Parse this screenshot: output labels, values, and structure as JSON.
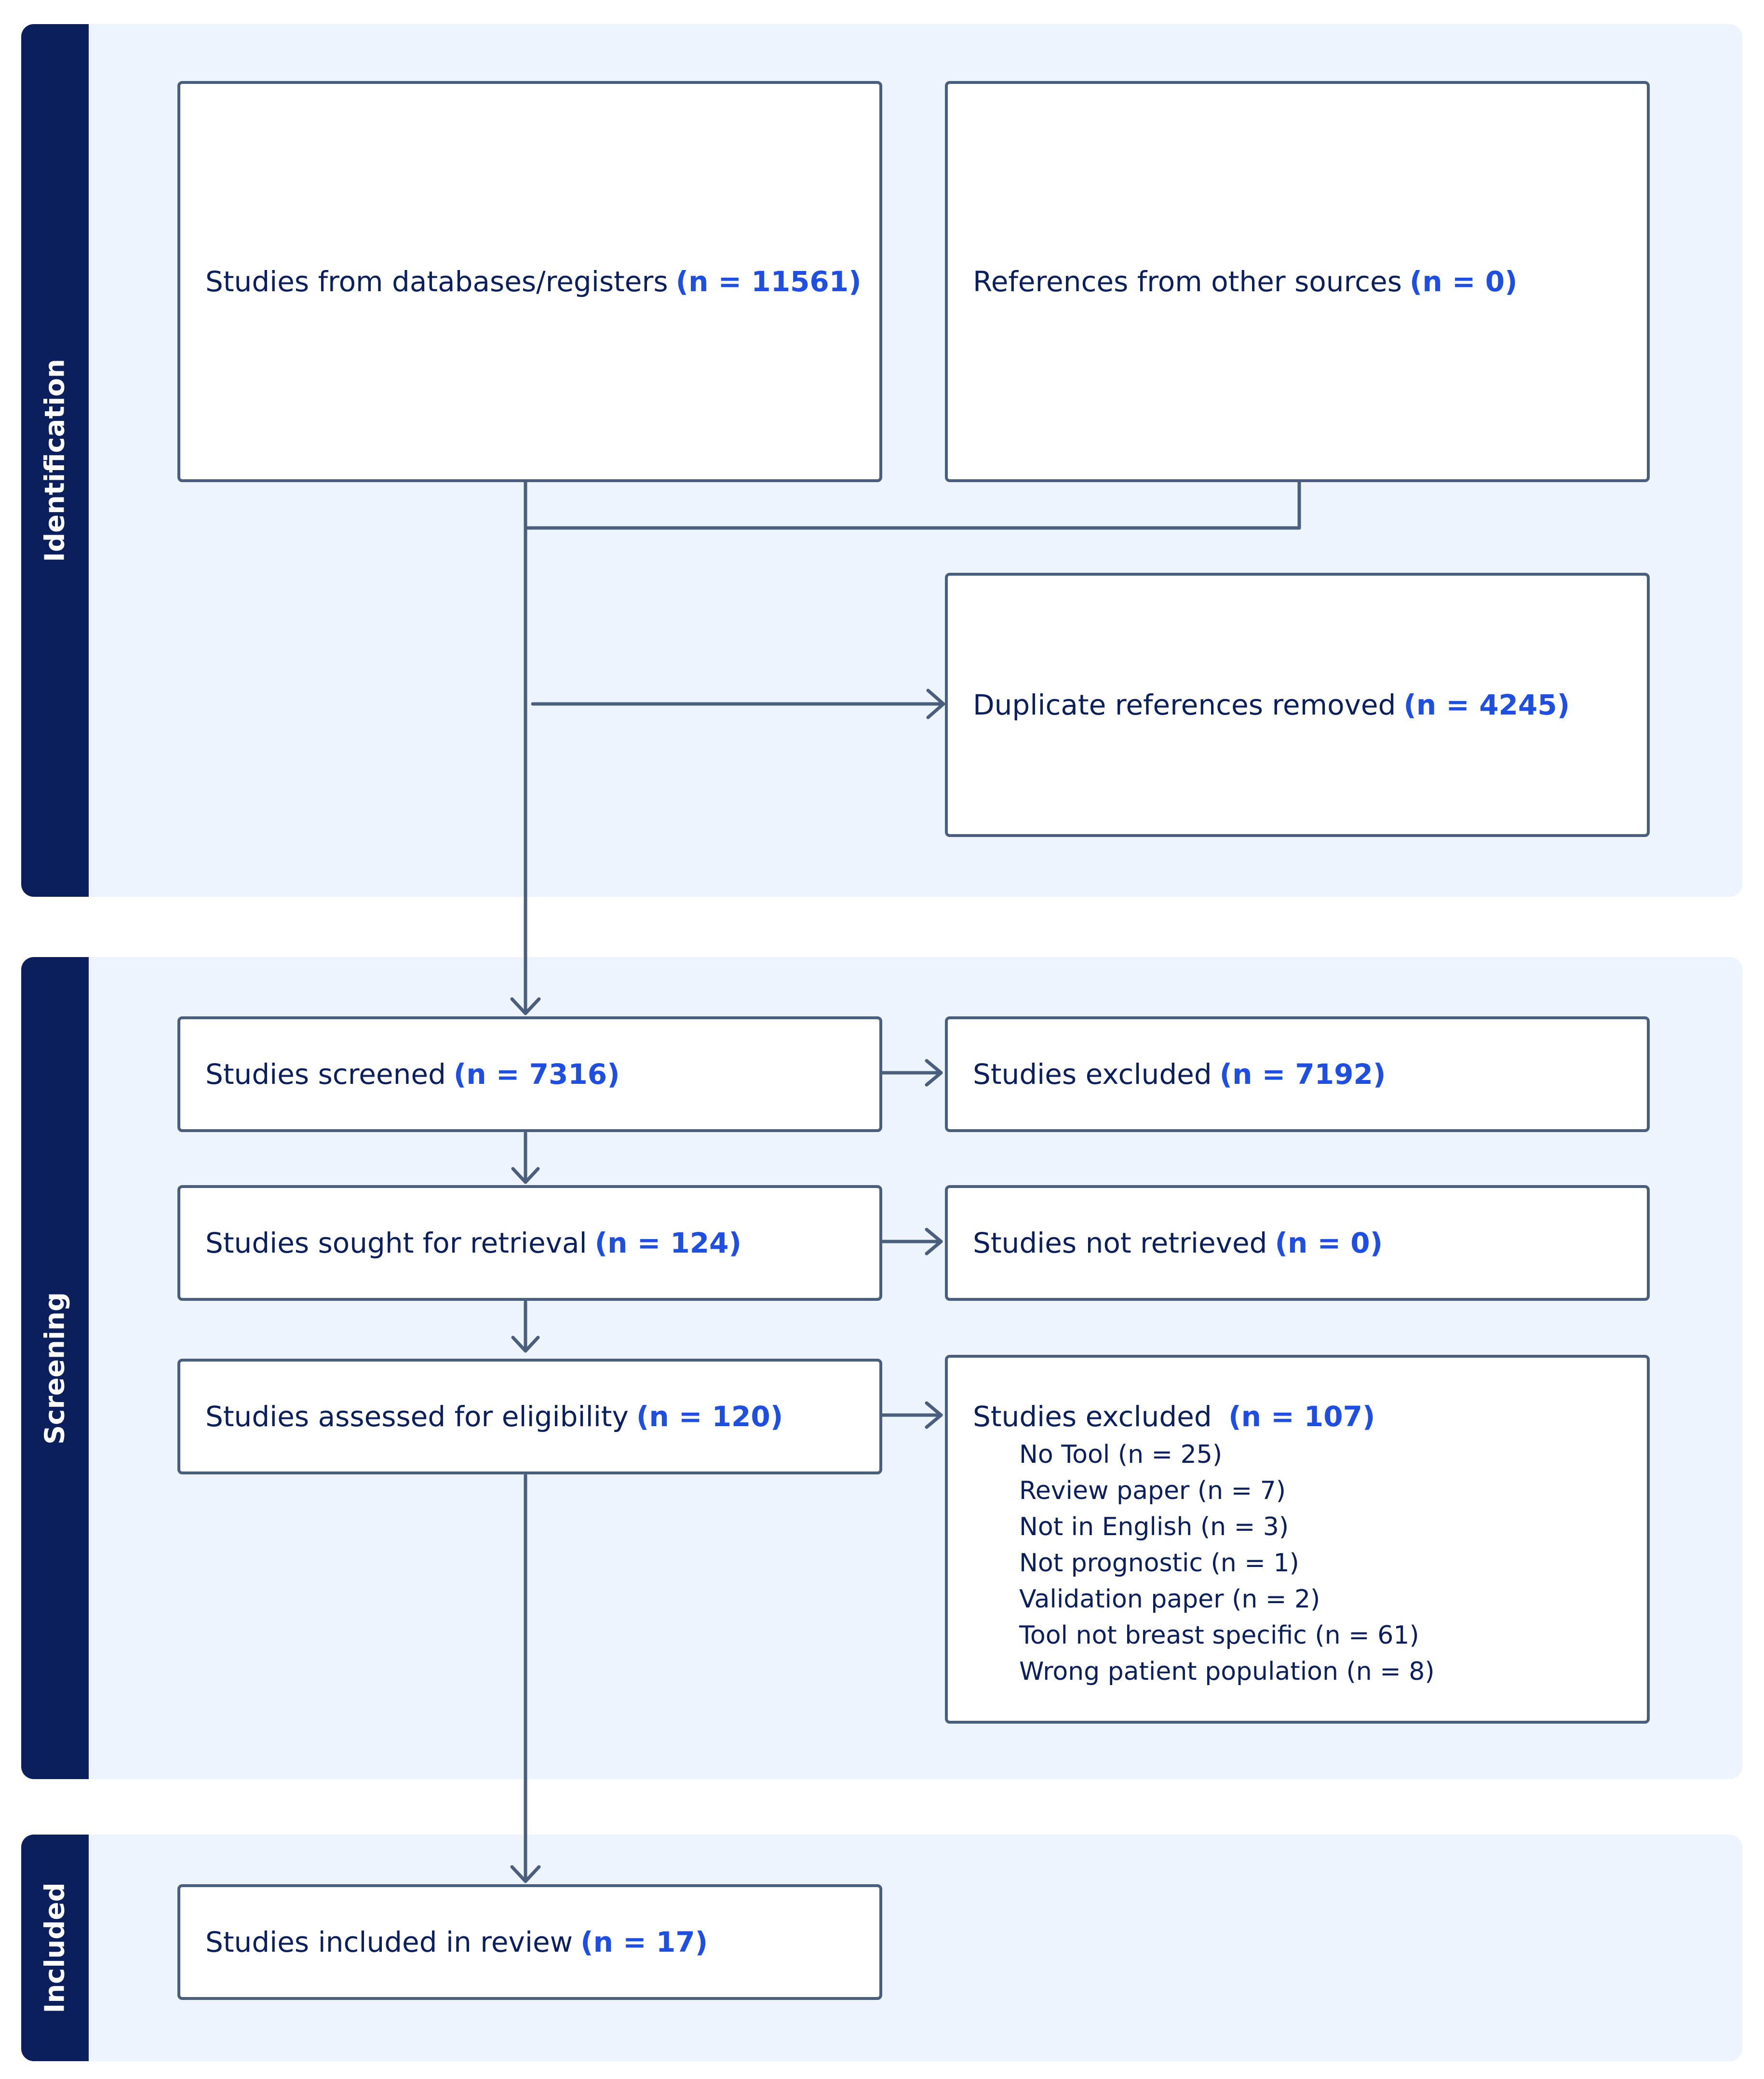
{
  "phases": {
    "identification": "Identification",
    "screening": "Screening",
    "included": "Included"
  },
  "boxes": {
    "databases": {
      "label": "Studies from databases/registers",
      "count": "(n = 11561)"
    },
    "other_sources": {
      "label": "References from other sources",
      "count": "(n = 0)"
    },
    "duplicates": {
      "label": "Duplicate references removed",
      "count": "(n = 4245)"
    },
    "screened": {
      "label": "Studies screened",
      "count": "(n = 7316)"
    },
    "screen_excluded": {
      "label": "Studies excluded",
      "count": "(n = 7192)"
    },
    "sought": {
      "label": "Studies sought for retrieval",
      "count": "(n = 124)"
    },
    "not_retrieved": {
      "label": "Studies not retrieved",
      "count": "(n = 0)"
    },
    "assessed": {
      "label": "Studies assessed for eligibility",
      "count": "(n = 120)"
    },
    "full_excluded": {
      "label": "Studies excluded",
      "count": "(n = 107)",
      "reasons": [
        "No Tool (n = 25)",
        "Review paper (n = 7)",
        "Not in English (n = 3)",
        "Not prognostic (n = 1)",
        "Validation paper (n = 2)",
        "Tool not breast specific (n = 61)",
        "Wrong patient population (n = 8)"
      ]
    },
    "included": {
      "label": "Studies included in review",
      "count": "(n = 17)"
    }
  },
  "colors": {
    "phase_bar": "#0b1f5c",
    "section_bg": "#eef4fd",
    "box_border": "#4a5f7d",
    "text": "#0b1f5c",
    "count": "#1f4fe0",
    "connector": "#4a5f7d"
  }
}
